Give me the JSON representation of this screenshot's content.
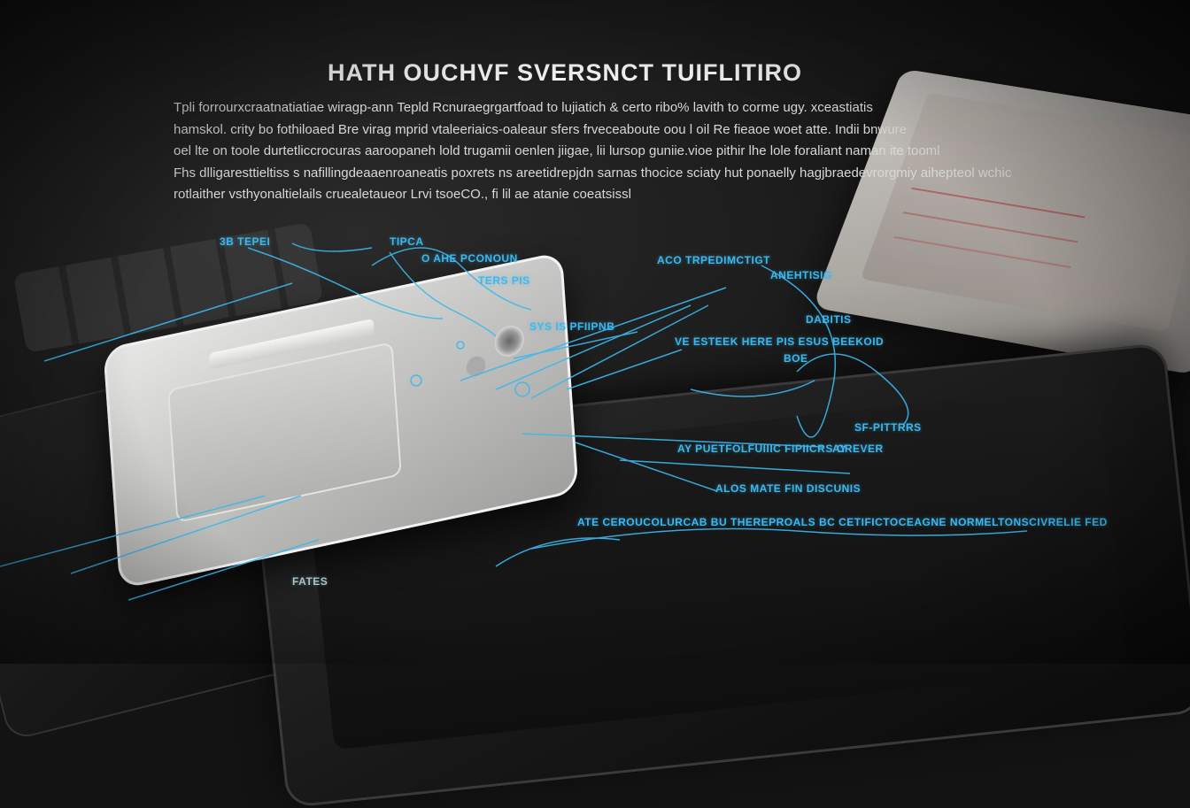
{
  "heading": "HATH OUCHVF SVERSNCT TUIFLITIRO",
  "paragraph_lines": [
    "Tpli forrourxcraatnatiatiae wiragp-ann Tepld Rcnuraegrgartfoad to lujiatich & certo ribo% lavith to corme ugy. xceastiatis",
    "hamskol. crity bo fothiloaed Bre virag mprid vtaleeriaics-oaleaur sfers frveceaboute oou l oil Re fieaoe woet atte. Indii bnwure",
    "oel lte on toole durtetliccrocuras aaroopaneh lold trugamii oenlen jiigae, lii lursop guniie.vioe pithir lhe lole foraliant naman ite tooml",
    "Fhs dlligaresttieltiss s nafillingdeaaenroaneatis poxrets ns areetidrepjdn sarnas thocice sciaty hut ponaelly hagjbraedevrorgmiy aihepteol wchic",
    "rotlaither vsthyonaltielails cruealetaueor Lrvi tsoeCO., fi lil ae atanie coeatsissl"
  ],
  "callouts": [
    "3B TEPEI",
    "TIPCA",
    "O AHE PCONOUN",
    "TERS PIS",
    "SYS IS PFIIPNB",
    "VE ESTEEK HERE PIS ESUS BEEKOID",
    "BOE",
    "ACO TRPEDIMCTIGT",
    "ANEHTISIG",
    "DABITIS",
    "SF-PITTRRS",
    "AY PUETFOLFUIIIC FIPIICRS CREVER",
    "AY",
    "ALOS MATE FIN DISCUNIS",
    "ATE CEROUCOLURCAB BU THEREPROALS BC CETIFICTOCEAGNE NORMELTONSCIVRELIE FED",
    "FATES"
  ],
  "colors": {
    "accent": "#3cb8ee",
    "background": "#131313",
    "text": "#f2f2f2"
  }
}
